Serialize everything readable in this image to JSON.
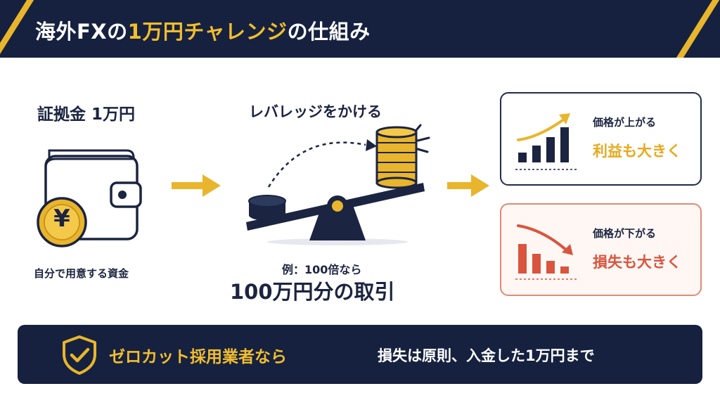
{
  "header": {
    "title_part1": "海外FXの",
    "title_highlight": "1万円チャレンジ",
    "title_part2": "の仕組み"
  },
  "step1": {
    "heading": "証拠金 1万円",
    "caption": "自分で用意する資金",
    "coin_symbol": "¥"
  },
  "step2": {
    "heading": "レバレッジをかける",
    "example_line": "例：100倍なら",
    "result_line": "100万円分の取引"
  },
  "outcomes": {
    "up": {
      "line1": "価格が上がる",
      "line2": "利益も大きく"
    },
    "down": {
      "line1": "価格が下がる",
      "line2": "損失も大きく"
    }
  },
  "banner": {
    "highlight": "ゼロカット採用業者なら",
    "text": "損失は原則、入金した1万円まで"
  },
  "colors": {
    "navy": "#15213f",
    "gold": "#e8b52c",
    "red": "#d9553d"
  }
}
